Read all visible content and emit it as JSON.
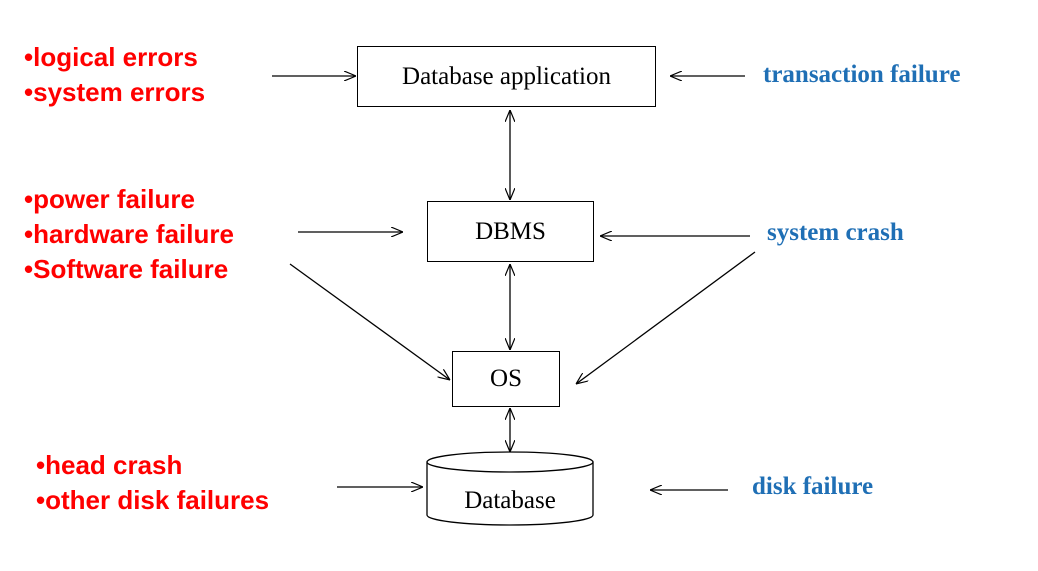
{
  "colors": {
    "cause": "#ff0000",
    "failure": "#1f6fb5",
    "line": "#000000"
  },
  "nodes": {
    "app": "Database application",
    "dbms": "DBMS",
    "os": "OS",
    "database": "Database"
  },
  "causes": {
    "app": [
      "•logical errors",
      "•system errors"
    ],
    "dbms": [
      "•power failure",
      "•hardware failure",
      "•Software failure"
    ],
    "database": [
      "•head crash",
      "•other disk failures"
    ]
  },
  "failures": {
    "transaction": "transaction failure",
    "system": "system crash",
    "disk": "disk failure"
  }
}
